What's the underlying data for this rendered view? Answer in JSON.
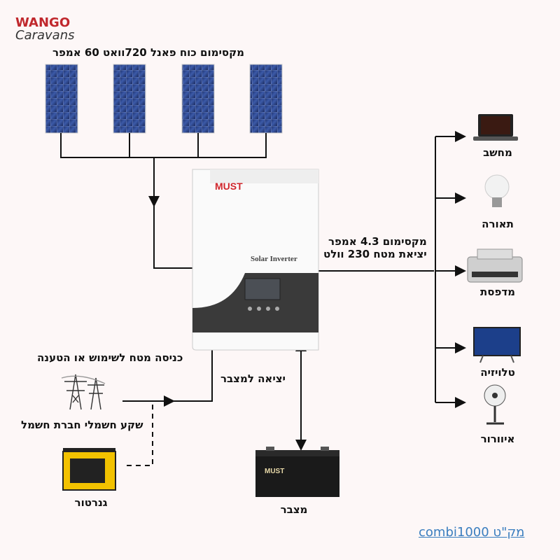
{
  "logo": {
    "line1": "WANGO",
    "line2": "Caravans"
  },
  "labels": {
    "panels": "מקסימום כוח פאנל 720וואט 60 אמפר",
    "output_line1": "מקסימום 4.3 אמפר",
    "output_line2": "יציאת מטח 230 וולט",
    "grid_input": "כניסה מטח לשימוש או הטענה",
    "battery_out": "יציאה למצבר",
    "grid_socket": "שקע חשמלי חברת חשמל",
    "generator": "גנרטור",
    "battery": "מצבר"
  },
  "devices": [
    "מחשב",
    "תאורה",
    "מדפסת",
    "טלויזיה",
    "איוורור"
  ],
  "inverter": {
    "brand": "MUST",
    "model_text": "Solar Inverter"
  },
  "battery_brand": "MUST",
  "product_link": "מק\"ט combi1000",
  "colors": {
    "background": "#fdf7f7",
    "link": "#3a7ebf",
    "logo_red": "#c0282d",
    "inverter_dark": "#3a3a3a"
  }
}
